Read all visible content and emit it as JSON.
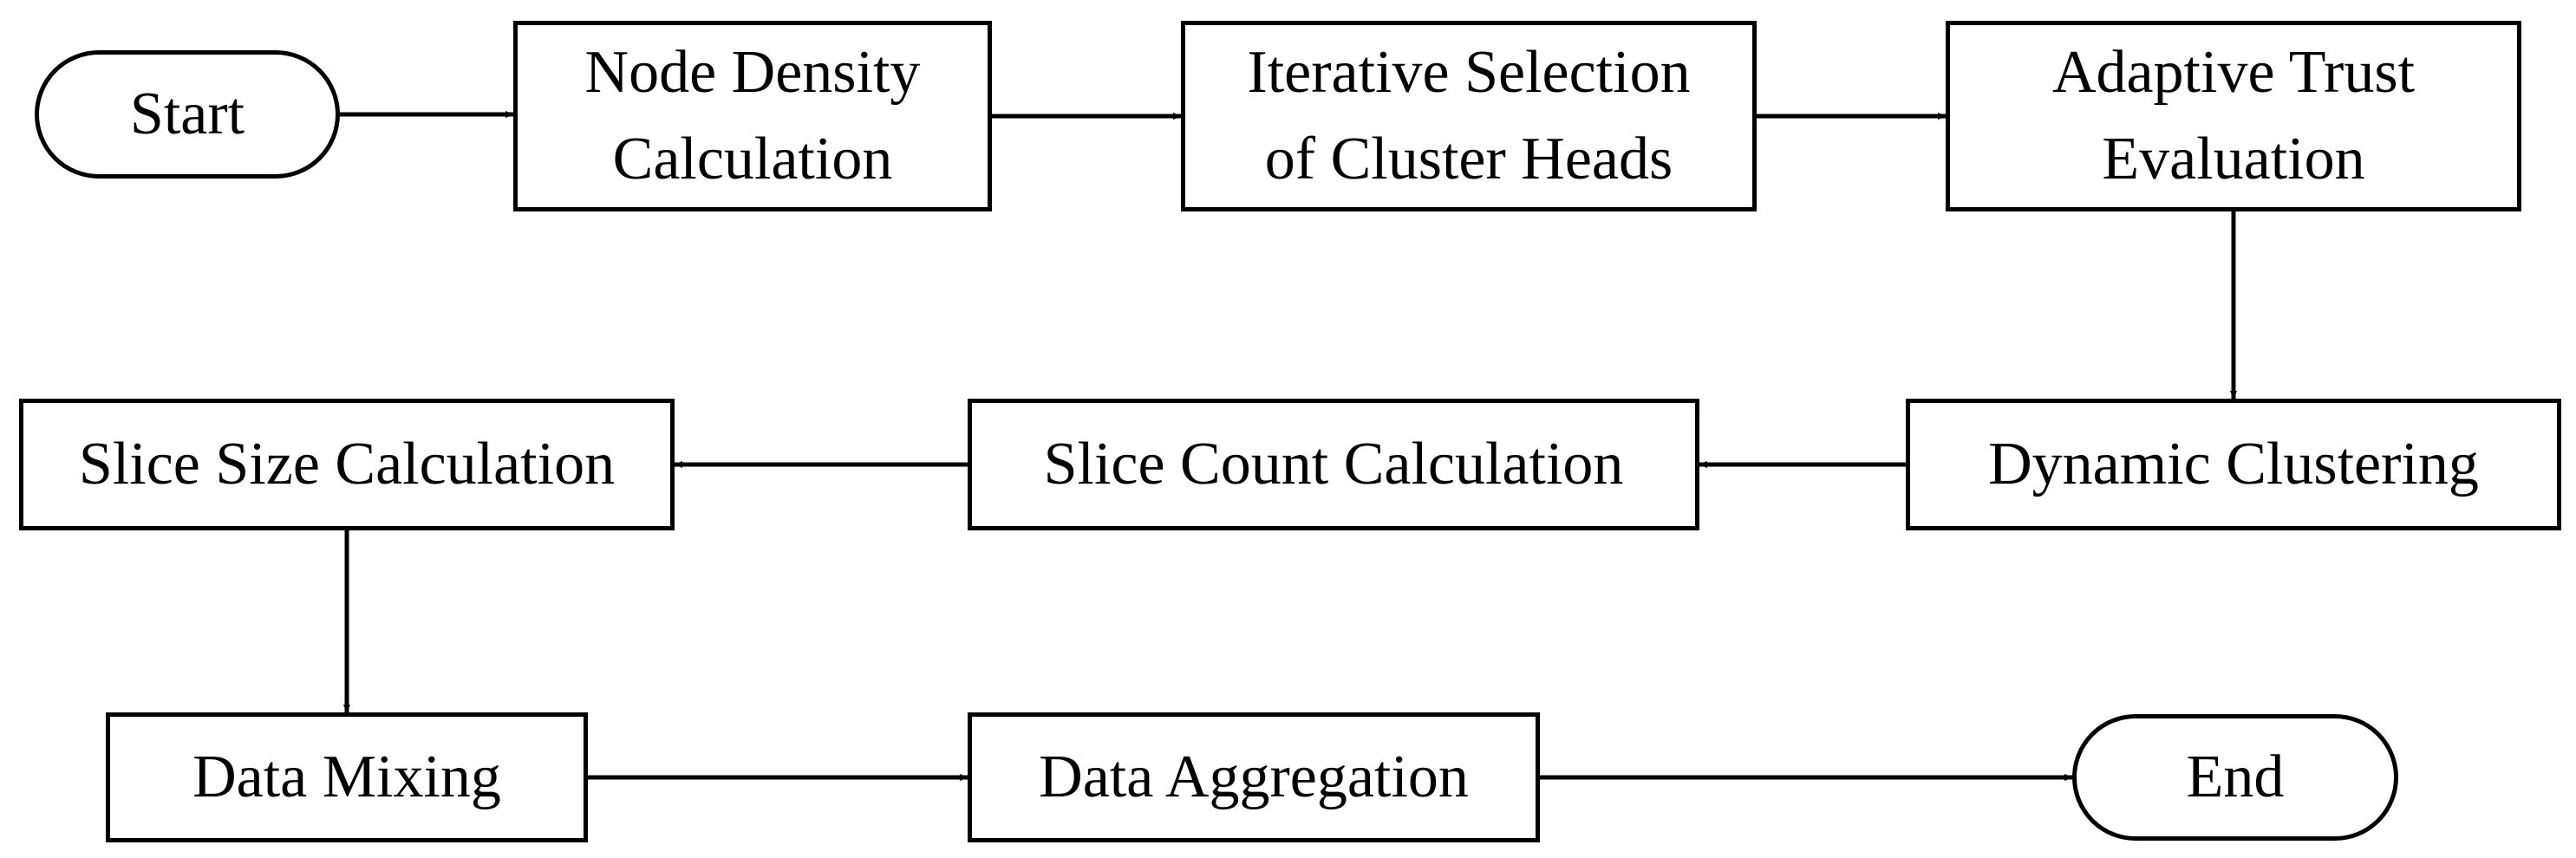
{
  "diagram": {
    "nodes": [
      {
        "id": "start",
        "kind": "terminal",
        "lines": [
          "Start"
        ]
      },
      {
        "id": "node-density",
        "kind": "process",
        "lines": [
          "Node Density",
          "Calculation"
        ]
      },
      {
        "id": "iterative-selection",
        "kind": "process",
        "lines": [
          "Iterative Selection",
          "of Cluster Heads"
        ]
      },
      {
        "id": "adaptive-trust",
        "kind": "process",
        "lines": [
          "Adaptive Trust",
          "Evaluation"
        ]
      },
      {
        "id": "dynamic-clustering",
        "kind": "process",
        "lines": [
          "Dynamic Clustering"
        ]
      },
      {
        "id": "slice-count",
        "kind": "process",
        "lines": [
          "Slice Count Calculation"
        ]
      },
      {
        "id": "slice-size",
        "kind": "process",
        "lines": [
          "Slice Size Calculation"
        ]
      },
      {
        "id": "data-mixing",
        "kind": "process",
        "lines": [
          "Data Mixing"
        ]
      },
      {
        "id": "data-aggregation",
        "kind": "process",
        "lines": [
          "Data Aggregation"
        ]
      },
      {
        "id": "end",
        "kind": "terminal",
        "lines": [
          "End"
        ]
      }
    ],
    "edges": [
      {
        "from": "start",
        "to": "node-density"
      },
      {
        "from": "node-density",
        "to": "iterative-selection"
      },
      {
        "from": "iterative-selection",
        "to": "adaptive-trust"
      },
      {
        "from": "adaptive-trust",
        "to": "dynamic-clustering"
      },
      {
        "from": "dynamic-clustering",
        "to": "slice-count"
      },
      {
        "from": "slice-count",
        "to": "slice-size"
      },
      {
        "from": "slice-size",
        "to": "data-mixing"
      },
      {
        "from": "data-mixing",
        "to": "data-aggregation"
      },
      {
        "from": "data-aggregation",
        "to": "end"
      }
    ],
    "colors": {
      "stroke": "#000000",
      "fill": "#ffffff",
      "text": "#000000"
    }
  }
}
